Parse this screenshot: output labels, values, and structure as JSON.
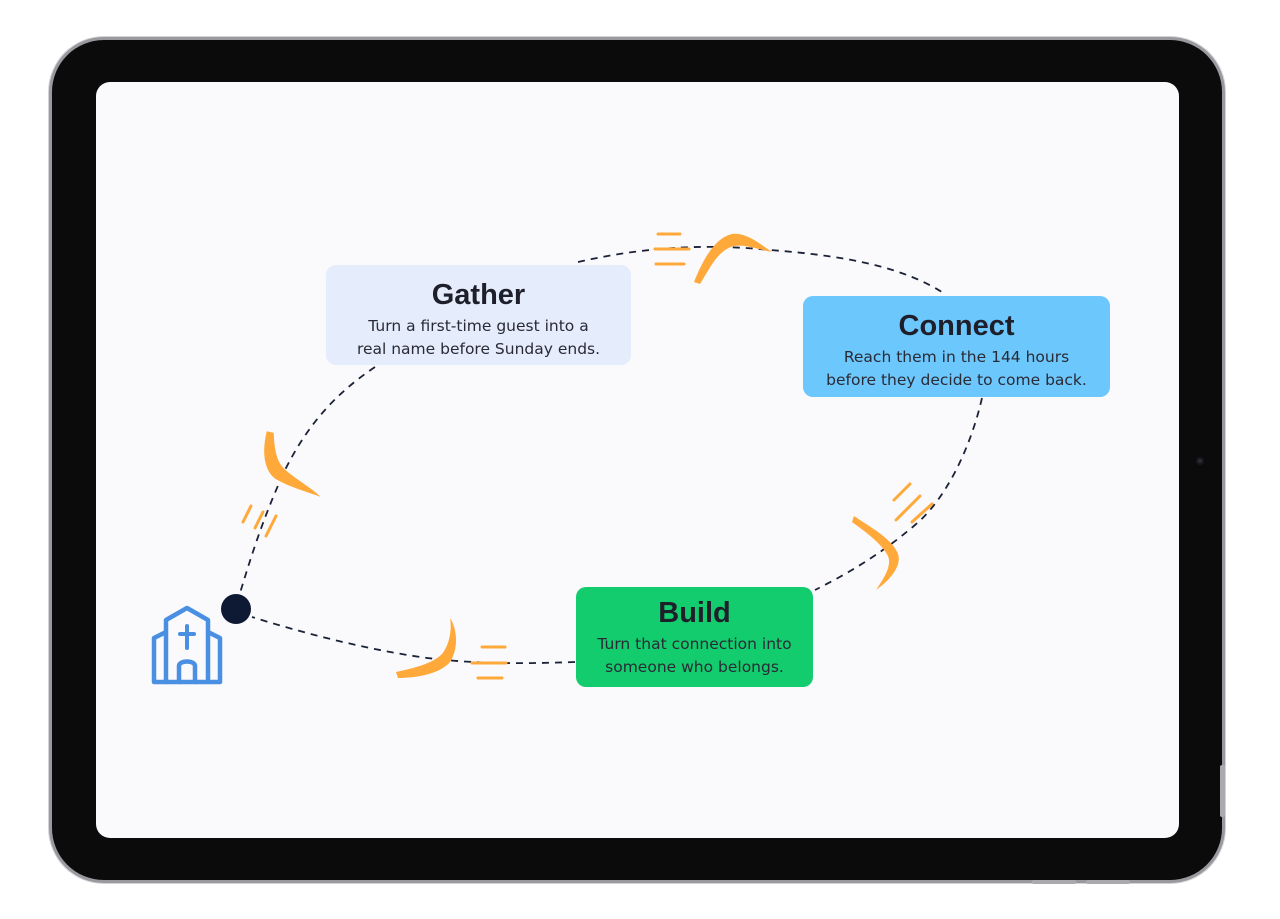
{
  "colors": {
    "gather_fill": "#e5edfc",
    "connect_fill": "#6cc7fc",
    "build_fill": "#12cc6e",
    "boomerang": "#ffa93a",
    "path": "#1b2238",
    "start_dot": "#0e1a33",
    "church_icon": "#4a90e2"
  },
  "icons": {
    "start": "church-icon",
    "motion": "boomerang-icon"
  },
  "steps": {
    "gather": {
      "title": "Gather",
      "description": "Turn a first-time guest into a\nreal name before Sunday ends."
    },
    "connect": {
      "title": "Connect",
      "description": "Reach them in the 144 hours\nbefore they decide to come back."
    },
    "build": {
      "title": "Build",
      "description": "Turn that connection into\nsomeone who belongs."
    }
  }
}
